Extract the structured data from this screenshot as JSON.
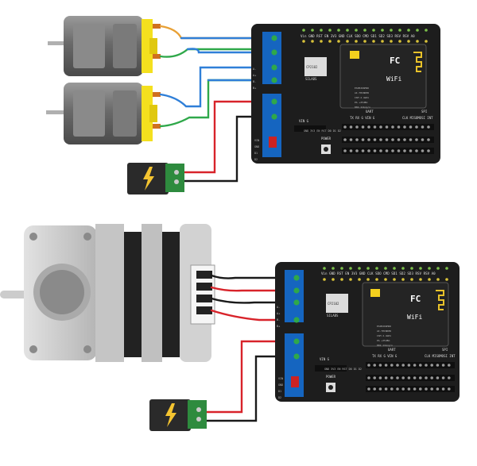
{
  "colors": {
    "wire_blue": "#2f7fd8",
    "wire_green": "#2fa84a",
    "wire_red": "#d8232a",
    "wire_black": "#1a1a1a",
    "wire_orange": "#e8a035",
    "board": "#1d1d1d",
    "terminal": "#1565c0",
    "motor_body": "#6b6b6b",
    "motor_cap": "#f4e01e",
    "stepper_frame": "#c8c8c8",
    "power_jack": "#2a2a2a",
    "power_pcb": "#2e8b3e",
    "bolt": "#f4c430"
  },
  "icons": [
    "dc-motor-icon",
    "stepper-motor-icon",
    "power-jack-icon",
    "lightning-bolt-icon",
    "wifi-module-icon"
  ],
  "top_board": {
    "header_top": "Vin GND RST EN 3V3 GND CLK SDO CMD SD1 SD2 SD3 RSV RSV A0",
    "module_brand": "FC",
    "module_wifi": "WiFi",
    "model_lines": [
      "ESP8266MOD",
      "AI-THINKER",
      "ISM 2.4GHz",
      "PA +25dBm",
      "802.11b/g/n"
    ],
    "chip_label": "CP2102",
    "chip_brand": "SILABS",
    "left_labels": [
      "A-",
      "A+",
      "B-",
      "B+"
    ],
    "power_label": "POWER",
    "uart": "UART",
    "spi": "SPI",
    "row_a": "VIN  G",
    "row_b": "TX  RX  G  VIN  G",
    "row_c": "CLK MISOMOSI INT",
    "row_d": "GND  3V3  EN  RST  D0  D1  D2",
    "pin_labels": [
      "VIN",
      "GND",
      "D1",
      "D2"
    ]
  },
  "bottom_board": {
    "header_top": "Vin GND RST EN 3V3 GND CLK SDO CMD SD1 SD2 SD3 RSV RSV A0",
    "module_brand": "FC",
    "module_wifi": "WiFi",
    "model_lines": [
      "ESP8266MOD",
      "AI-THINKER",
      "ISM 2.4GHz",
      "PA +25dBm",
      "802.11b/g/n"
    ],
    "chip_label": "CP2102",
    "chip_brand": "SILABS",
    "left_labels": [
      "A-",
      "A+",
      "B-",
      "B+"
    ],
    "power_label": "POWER",
    "uart": "UART",
    "spi": "SPI",
    "row_a": "VIN  G",
    "row_b": "TX  RX  G  VIN  G",
    "row_c": "CLK MISOMOSI INT",
    "row_d": "GND  3V3  EN  RST  D0  D1  D2",
    "pin_labels": [
      "VIN",
      "GND",
      "D1",
      "D2"
    ]
  }
}
